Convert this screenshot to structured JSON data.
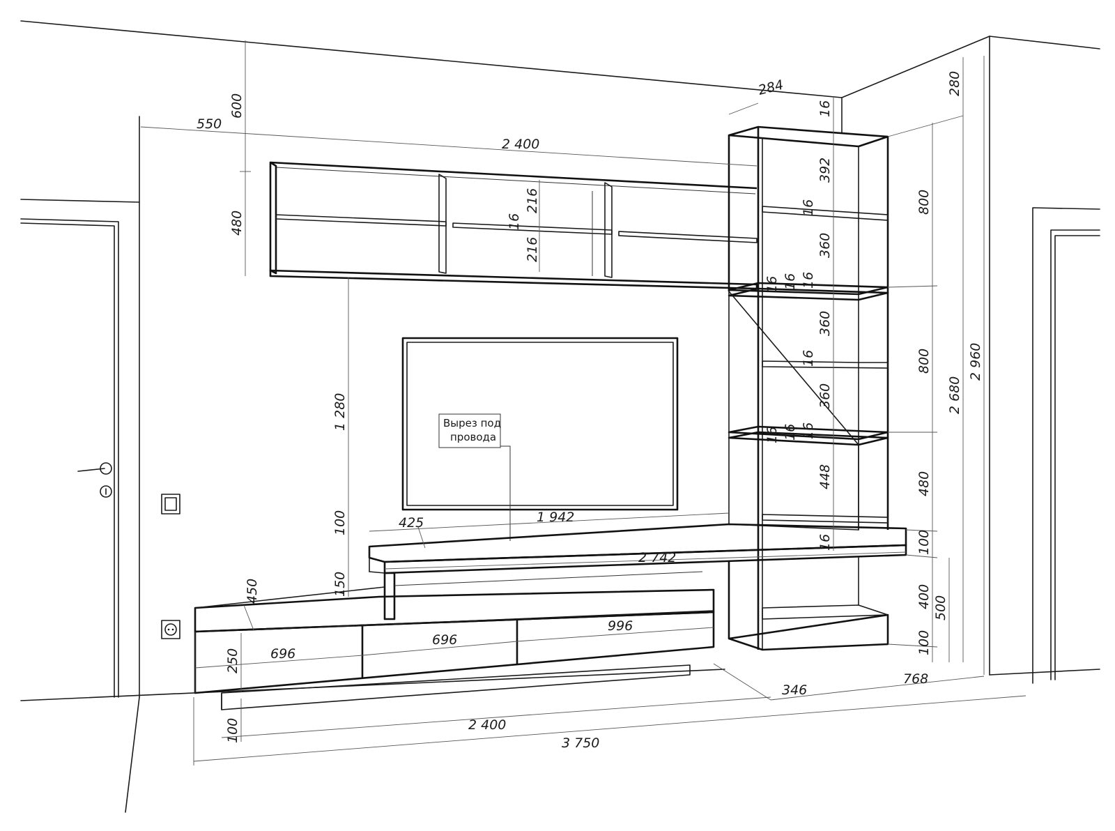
{
  "note": {
    "line1": "Вырез под",
    "line2": "провода"
  },
  "dims": {
    "upper_height": "600",
    "left_offset": "550",
    "upper_width": "2 400",
    "depth_top": "284",
    "upper_cab_height": "480",
    "shelf_216_a": "216",
    "shelf_16": "16",
    "shelf_216_b": "216",
    "tv_height_from_shelf": "1 280",
    "gap_100_left": "100",
    "gap_150_left": "150",
    "depth_425": "425",
    "tv_width_1942": "1 942",
    "shelf_2742": "2 742",
    "depth_450": "450",
    "drawer_height_250": "250",
    "drawer_696_a": "696",
    "drawer_696_b": "696",
    "drawer_996": "996",
    "plinth_100": "100",
    "base_2400": "2 400",
    "total_3750": "3 750",
    "side_346": "346",
    "side_768": "768",
    "col_16_top": "16",
    "col_392": "392",
    "col_16_b": "16",
    "col_360_a": "360",
    "col_16_c1": "16",
    "col_16_c2": "16",
    "col_16_c3": "16",
    "col_360_b": "360",
    "col_16_d": "16",
    "col_360_c": "360",
    "col_16_e1": "16",
    "col_16_e2": "16",
    "col_16_e3": "16",
    "col_448": "448",
    "col_16_f": "16",
    "right_280": "280",
    "right_800_a": "800",
    "right_800_b": "800",
    "right_480": "480",
    "right_100_a": "100",
    "right_400": "400",
    "right_100_b": "100",
    "right_500": "500",
    "right_2680": "2 680",
    "right_2960": "2 960"
  }
}
